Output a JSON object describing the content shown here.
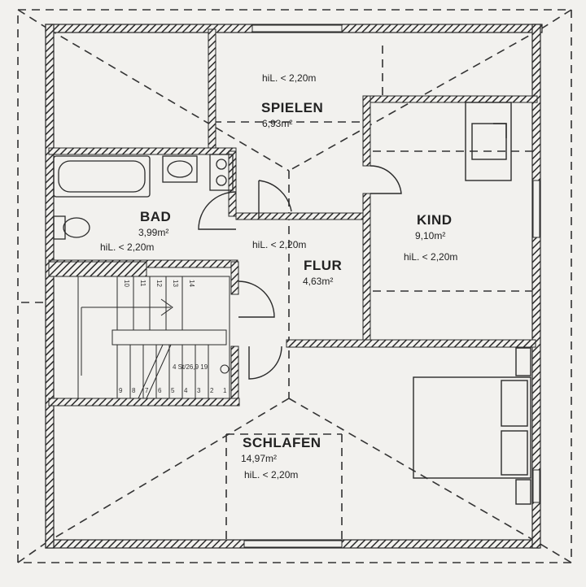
{
  "rooms": {
    "spielen": {
      "name": "SPIELEN",
      "area": "6,93m²",
      "height": "hiL. < 2,20m"
    },
    "bad": {
      "name": "BAD",
      "area": "3,99m²",
      "height": "hiL. < 2,20m"
    },
    "kind": {
      "name": "KIND",
      "area": "9,10m²",
      "height": "hiL. < 2,20m"
    },
    "flur": {
      "name": "FLUR",
      "area": "4,63m²",
      "height": "hiL. < 2,20m"
    },
    "schlafen": {
      "name": "SCHLAFEN",
      "area": "14,97m²",
      "height": "hiL. < 2,20m"
    }
  },
  "stair": {
    "steps_top": [
      "10",
      "11",
      "12",
      "13",
      "14"
    ],
    "steps_bottom": [
      "9",
      "8",
      "7",
      "6",
      "5",
      "4",
      "3",
      "2",
      "1"
    ],
    "note": "4 St/26,9 19"
  },
  "colors": {
    "wall": "#2a2a2a",
    "line": "#333333",
    "paper": "#f2f1ee"
  }
}
